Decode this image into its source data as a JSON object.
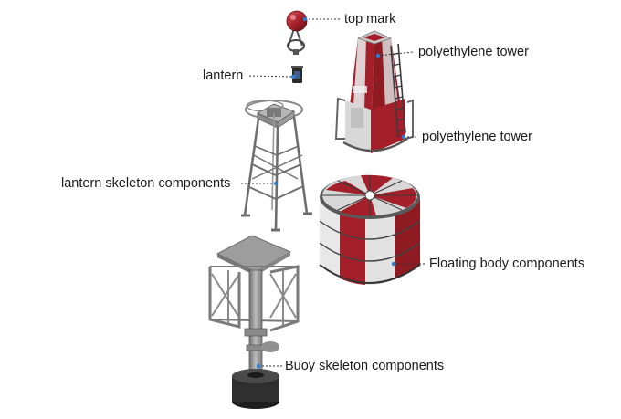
{
  "labels": {
    "top_mark": "top mark",
    "lantern": "lantern",
    "tower_upper": "polyethylene tower",
    "tower_lower": "polyethylene tower",
    "lantern_skeleton": "lantern skeleton components",
    "floating_body": "Floating body components",
    "buoy_skeleton": "Buoy skeleton components"
  },
  "colors": {
    "red": "#a3202a",
    "white_panel": "#e4e4e4",
    "steel": "#8e8e8e",
    "dark": "#2f2f2f",
    "marker": "#2a7fd4"
  }
}
